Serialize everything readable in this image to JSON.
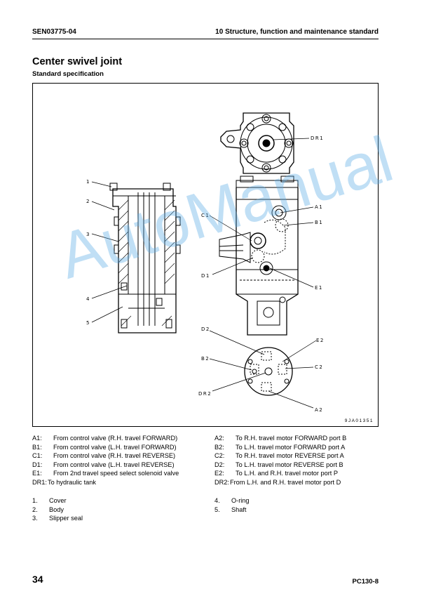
{
  "header": {
    "doc_id": "SEN03775-04",
    "section": "10 Structure, function and maintenance standard"
  },
  "section": {
    "title": "Center swivel joint",
    "subtitle": "Standard specification"
  },
  "figure": {
    "code": "9JA01351",
    "callouts": {
      "dr1": "DR1",
      "a1": "A1",
      "b1": "B1",
      "c1": "C1",
      "d1": "D1",
      "e1": "E1",
      "d2": "D2",
      "e2": "E2",
      "b2": "B2",
      "c2": "C2",
      "dr2": "DR2",
      "a2": "A2",
      "n1": "1",
      "n2": "2",
      "n3": "3",
      "n4": "4",
      "n5": "5"
    }
  },
  "watermark": "AutoManual",
  "ports_left": [
    {
      "key": "A1:",
      "text": "From control valve (R.H. travel FORWARD)"
    },
    {
      "key": "B1:",
      "text": "From control valve (L.H. travel FORWARD)"
    },
    {
      "key": "C1:",
      "text": "From control valve (R.H. travel REVERSE)"
    },
    {
      "key": "D1:",
      "text": "From control valve (L.H. travel REVERSE)"
    },
    {
      "key": "E1:",
      "text": "From 2nd travel speed select solenoid valve"
    },
    {
      "key": "DR1:",
      "text": "To hydraulic tank"
    }
  ],
  "ports_right": [
    {
      "key": "A2:",
      "text": "To R.H. travel motor FORWARD port B"
    },
    {
      "key": "B2:",
      "text": "To L.H. travel motor FORWARD port A"
    },
    {
      "key": "C2:",
      "text": "To R.H. travel motor REVERSE port A"
    },
    {
      "key": "D2:",
      "text": "To L.H. travel motor REVERSE port B"
    },
    {
      "key": "E2:",
      "text": "To L.H. and R.H. travel motor port P"
    },
    {
      "key": "DR2:",
      "text": "From L.H. and R.H. travel motor port D"
    }
  ],
  "parts_left": [
    {
      "key": "1.",
      "text": "Cover"
    },
    {
      "key": "2.",
      "text": "Body"
    },
    {
      "key": "3.",
      "text": "Slipper seal"
    }
  ],
  "parts_right": [
    {
      "key": "4.",
      "text": "O-ring"
    },
    {
      "key": "5.",
      "text": "Shaft"
    }
  ],
  "footer": {
    "page": "34",
    "model": "PC130-8"
  }
}
